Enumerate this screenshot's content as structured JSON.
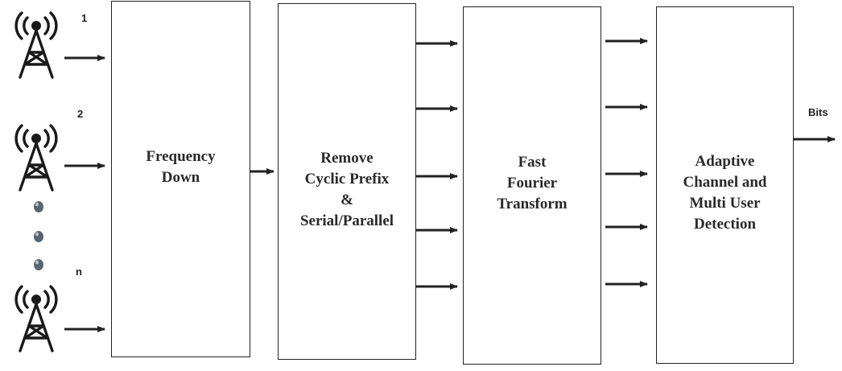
{
  "antennas": [
    {
      "label": "1"
    },
    {
      "label": "2"
    },
    {
      "label": "n"
    }
  ],
  "blocks": [
    {
      "label": "Frequency\nDown"
    },
    {
      "label": "Remove\nCyclic Prefix\n&\nSerial/Parallel"
    },
    {
      "label": "Fast\nFourier\nTransform"
    },
    {
      "label": "Adaptive\nChannel and\nMulti User\nDetection"
    }
  ],
  "output": {
    "label": "Bits"
  },
  "colors": {
    "line": "#222222",
    "antenna": "#1a1a1a",
    "dot": "#5a6470"
  }
}
